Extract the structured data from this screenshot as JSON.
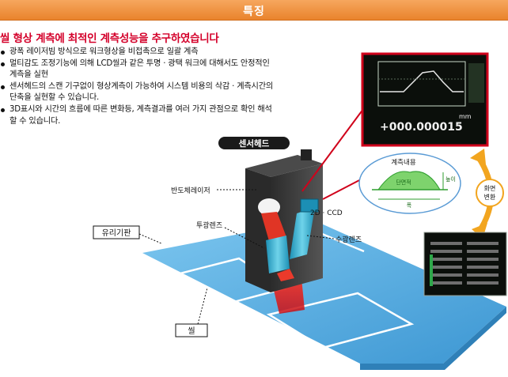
{
  "header": {
    "title": "특징"
  },
  "headline": "씰 형상 계측에 최적인 계측성능을 추구하였습니다",
  "bullets": [
    "광폭 레이저빔 방식으로 워크형상을 비접촉으로 일괄 계측",
    "멀티감도 조정기능에 의해 LCD씰과 같은 투명 · 광택 워크에 대해서도 안정적인 계측을 실현",
    "센서헤드의 스캔 기구없이 형상계측이 가능하여 시스템 비용의 삭감 · 계측시간의 단축을 실현할 수 있습니다.",
    "3D표시와 시간의 흐름에 따른 변화등, 계측결과를 여러 가지 관점으로 확인 해석할 수 있습니다."
  ],
  "diagram": {
    "sensor_head_label": "센서헤드",
    "laser_label": "반도체레이저",
    "ccd_label": "2D · CCD",
    "emitter_lens_label": "투광렌즈",
    "receiver_lens_label": "수광렌즈",
    "glass_label": "유리기판",
    "seal_label": "씰",
    "profile_title": "계측내용",
    "profile_area_label": "단면적",
    "profile_height_label": "높이",
    "profile_width_label": "폭",
    "switch_label_line1": "화면",
    "switch_label_line2": "변환",
    "screen_top_readout": "+000.000015",
    "screen_top_unit": "mm"
  },
  "colors": {
    "header": "#ee8c34",
    "headline": "#d4002a",
    "glass": "#4aa6dc",
    "screen_border": "#d0021b",
    "switch_arrow": "#f2a51f"
  }
}
